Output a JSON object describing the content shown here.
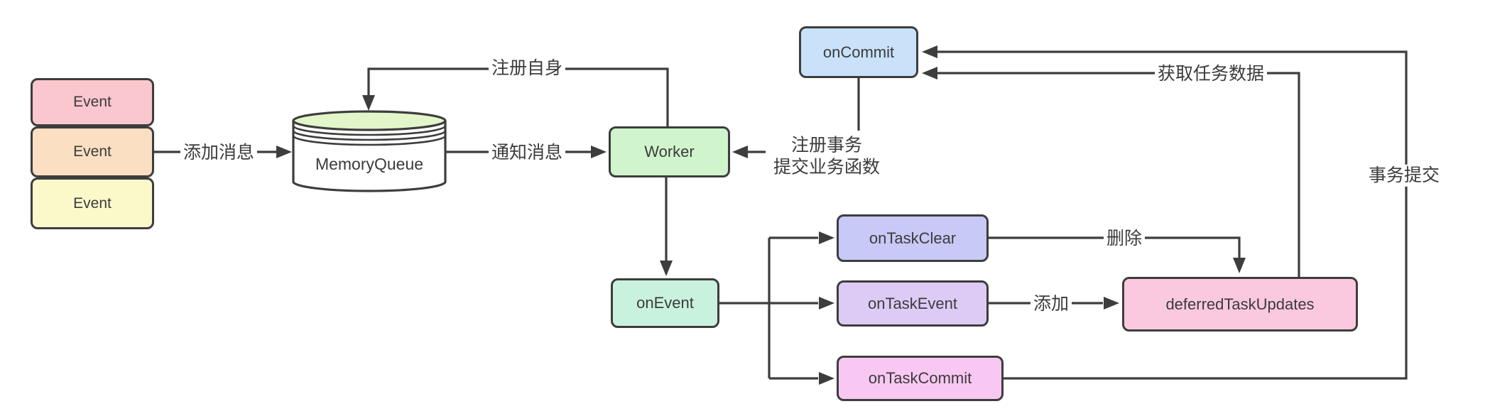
{
  "colors": {
    "line": "#3d3d3d",
    "text": "#3b3b3b",
    "canvas_bg": "#ffffff",
    "event_pink": "#f9c7cd",
    "event_peach": "#fadfc2",
    "event_yellow": "#fbf8ca",
    "memory_queue": "#e3f6c9",
    "worker": "#d0f5cd",
    "on_commit": "#cae2f9",
    "on_event": "#c9f2de",
    "on_task_clear": "#c8c9f6",
    "on_task_event": "#ddcbf6",
    "on_task_commit": "#f8c8f3",
    "deferred_task_updates": "#fac9e0"
  },
  "nodes": {
    "event1": "Event",
    "event2": "Event",
    "event3": "Event",
    "memory_queue": "MemoryQueue",
    "worker": "Worker",
    "on_commit": "onCommit",
    "on_event": "onEvent",
    "on_task_clear": "onTaskClear",
    "on_task_event": "onTaskEvent",
    "on_task_commit": "onTaskCommit",
    "deferred_task_updates": "deferredTaskUpdates"
  },
  "edges": {
    "add_message": "添加消息",
    "register_self": "注册自身",
    "notify_message": "通知消息",
    "register_transaction_line1": "注册事务",
    "register_transaction_line2": "提交业务函数",
    "get_task_data": "获取任务数据",
    "transaction_commit": "事务提交",
    "delete": "删除",
    "add": "添加"
  }
}
